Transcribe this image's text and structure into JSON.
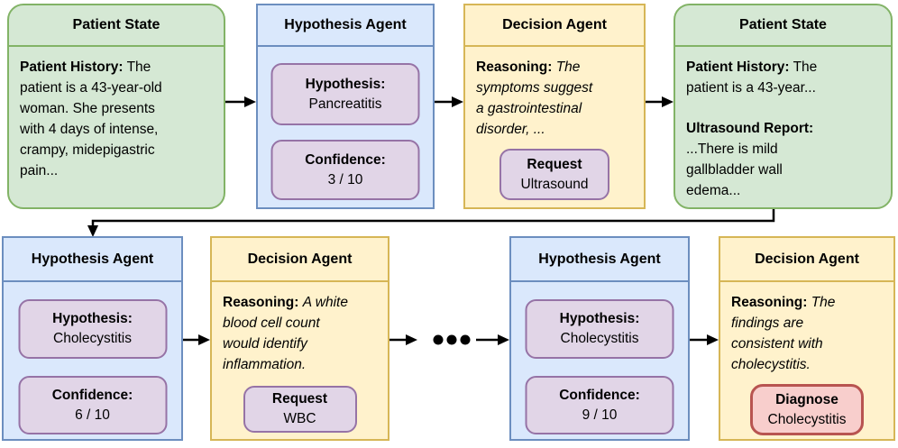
{
  "colors": {
    "patient_state_fill": "#d5e8d4",
    "patient_state_border": "#82b366",
    "hypothesis_agent_fill": "#dae8fc",
    "hypothesis_agent_border": "#6c8ebf",
    "decision_agent_fill": "#fff2cc",
    "decision_agent_border": "#d6b656",
    "pill_fill": "#e1d5e7",
    "pill_border": "#9673a6",
    "diagnose_fill": "#f8cecc",
    "diagnose_border": "#b85450",
    "arrow": "#000000"
  },
  "icons": {
    "ellipsis": "•••",
    "arrow_right": "→",
    "arrow_down": "↓"
  },
  "ps1": {
    "title": "Patient State",
    "history_label": "Patient History:",
    "history_text": "The\npatient is a 43-year-old\nwoman. She presents\nwith 4 days of intense,\ncrampy, midepigastric\npain..."
  },
  "ha1": {
    "title": "Hypothesis Agent",
    "hypothesis_label": "Hypothesis:",
    "hypothesis_value": "Pancreatitis",
    "confidence_label": "Confidence:",
    "confidence_value": "3 / 10"
  },
  "da1": {
    "title": "Decision Agent",
    "reasoning_label": "Reasoning:",
    "reasoning_text": "The\nsymptoms suggest\na gastrointestinal\ndisorder, ...",
    "action_label": "Request",
    "action_value": "Ultrasound"
  },
  "ps2": {
    "title": "Patient State",
    "history_label": "Patient History:",
    "history_text": "The\npatient is a 43-year...",
    "ultrasound_label": "Ultrasound Report:",
    "ultrasound_text": "\n...There is mild\ngallbladder wall\nedema..."
  },
  "ha2": {
    "title": "Hypothesis Agent",
    "hypothesis_label": "Hypothesis:",
    "hypothesis_value": "Cholecystitis",
    "confidence_label": "Confidence:",
    "confidence_value": "6 / 10"
  },
  "da2": {
    "title": "Decision Agent",
    "reasoning_label": "Reasoning:",
    "reasoning_text": "A white\nblood cell count\nwould identify\ninflammation.",
    "action_label": "Request",
    "action_value": "WBC"
  },
  "ha3": {
    "title": "Hypothesis Agent",
    "hypothesis_label": "Hypothesis:",
    "hypothesis_value": "Cholecystitis",
    "confidence_label": "Confidence:",
    "confidence_value": "9 / 10"
  },
  "da3": {
    "title": "Decision Agent",
    "reasoning_label": "Reasoning:",
    "reasoning_text": "The\nfindings are\nconsistent with\ncholecystitis.",
    "action_label": "Diagnose",
    "action_value": "Cholecystitis"
  }
}
